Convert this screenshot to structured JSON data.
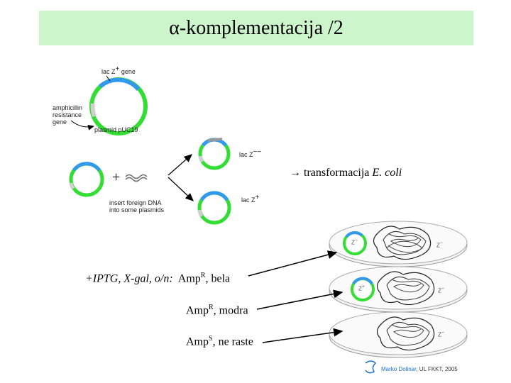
{
  "title": {
    "alpha": "α",
    "text": "-komplementacija /2"
  },
  "diagram": {
    "plasmid_label_lacz": "lac Z",
    "plasmid_label_lacz_sup": "+",
    "plasmid_label_gene": "gene",
    "amp_line1": "amphicillin",
    "amp_line2": "resistance",
    "amp_line3": "gene",
    "plasmid_name": "plasmid pUC19",
    "plus_sign": "+",
    "insert_line1": "insert foreign DNA",
    "insert_line2": "into some plasmids",
    "lacz_minus": "lac Z",
    "lacz_minus_sup": "−−",
    "lacz_plus": "lac Z",
    "lacz_plus_sup": "+",
    "transformation_arrow": "→",
    "transformation_text": "transformacija",
    "transformation_species": "E. coli"
  },
  "dishes": {
    "d1_inner": "Z",
    "d1_inner_sup": "−",
    "d1_outer": "Z",
    "d1_outer_sup": "−",
    "d2_inner": "Z",
    "d2_inner_sup": "+",
    "d2_outer": "Z",
    "d2_outer_sup": "−",
    "d3_outer": "Z",
    "d3_outer_sup": "−"
  },
  "conditions": {
    "prefix": "+IPTG, X-gal, o/n:",
    "row1_amp": "Amp",
    "row1_sup": "R",
    "row1_rest": ", bela",
    "row2_amp": "Amp",
    "row2_sup": "R",
    "row2_rest": ", modra",
    "row3_amp": "Amp",
    "row3_sup": "S",
    "row3_rest": ", ne raste"
  },
  "credit": {
    "name": "Marko Dolinar",
    "rest": ", UL FKKT, 2005"
  },
  "colors": {
    "green": "#33dd33",
    "blue": "#3399ee",
    "title_bg": "#ccf5cc"
  }
}
